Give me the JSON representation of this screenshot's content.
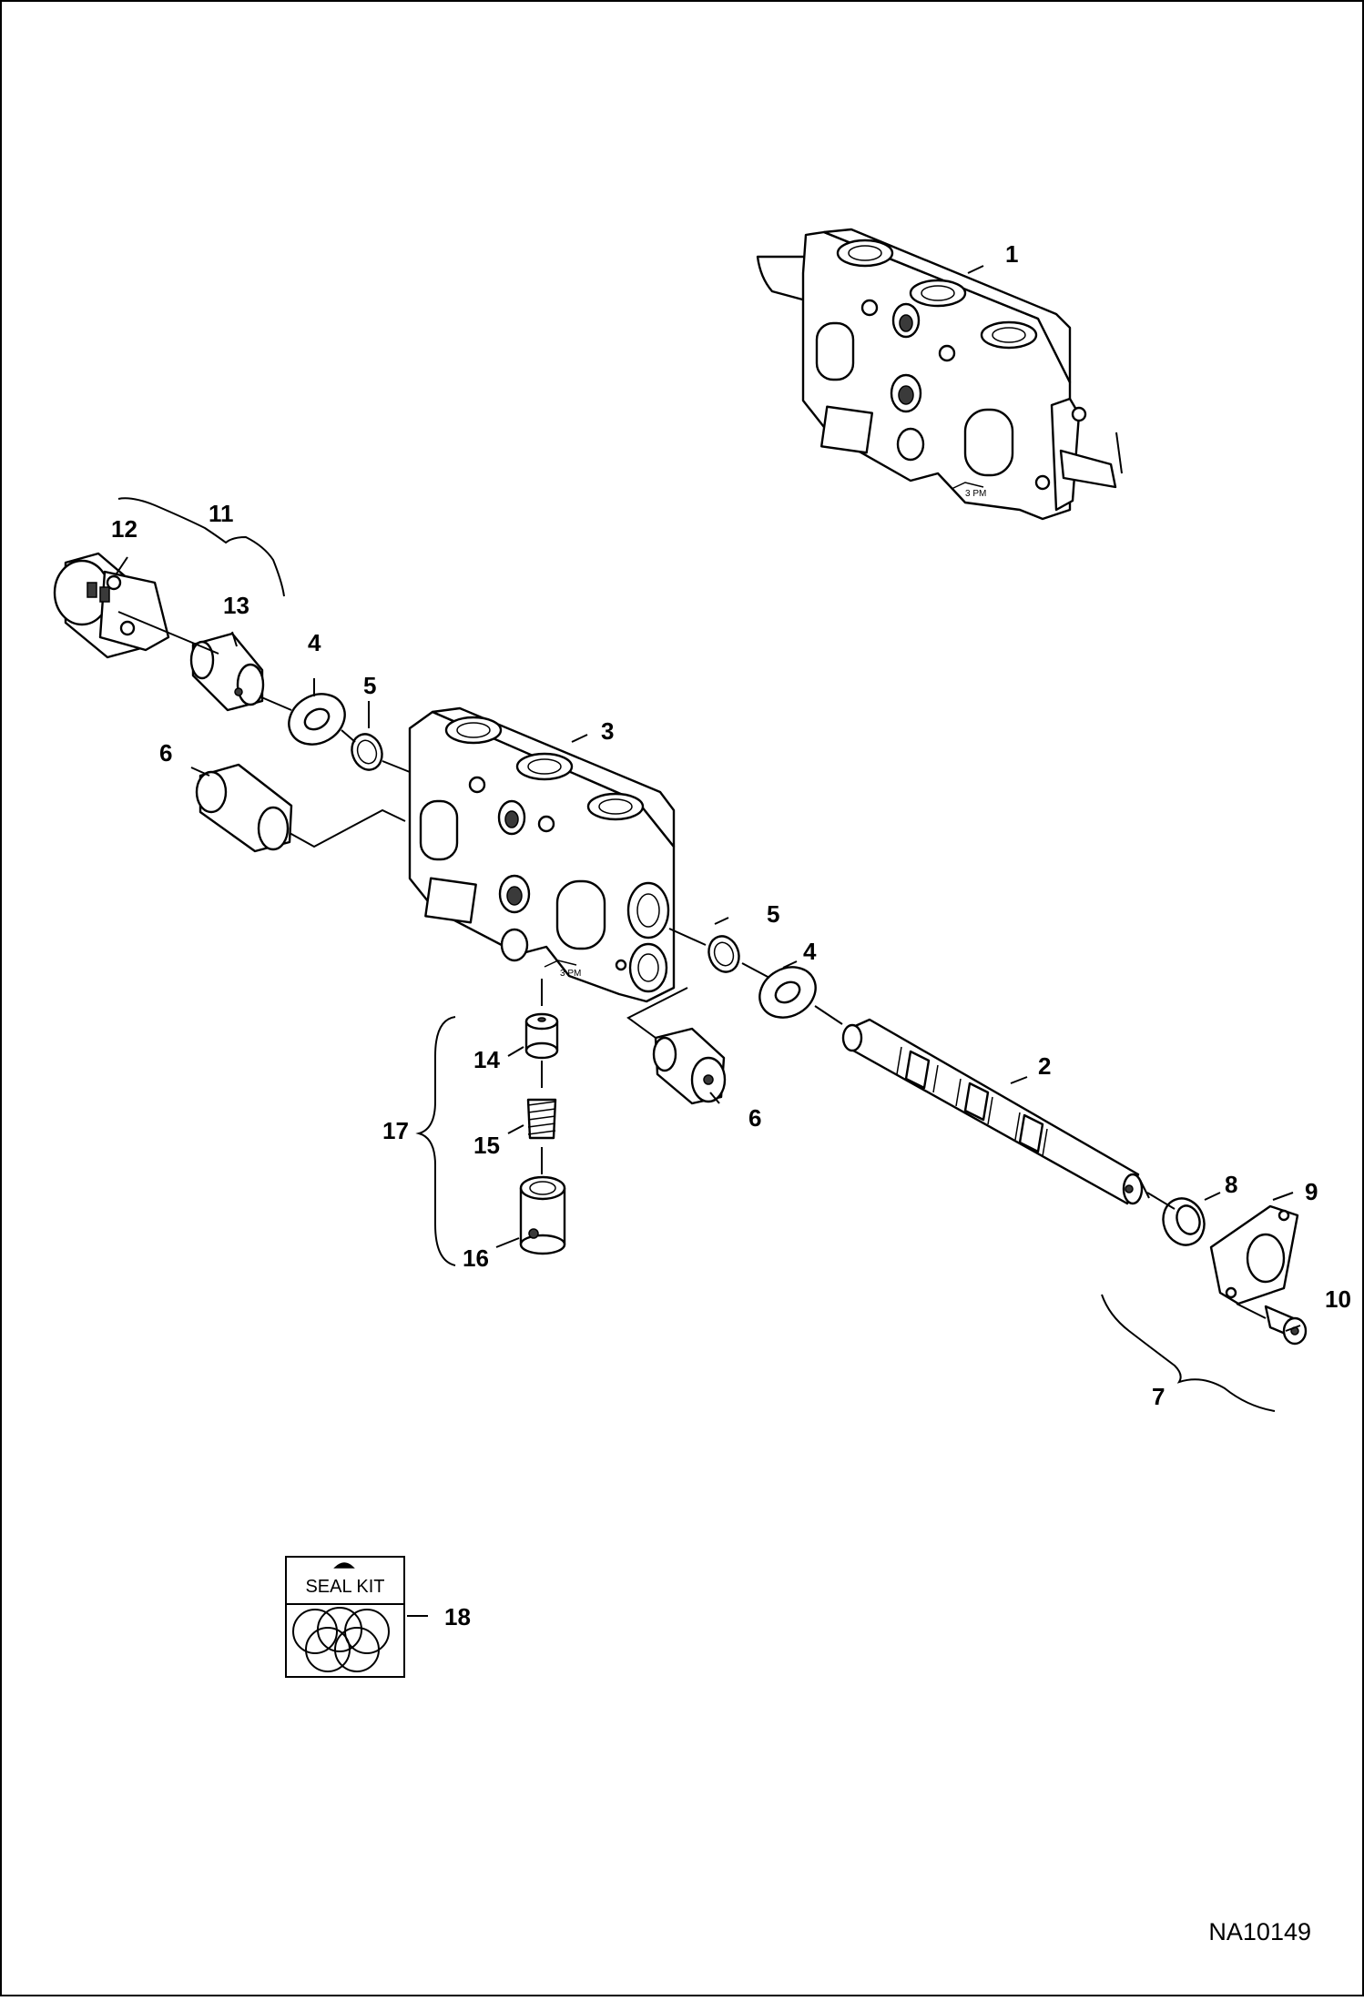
{
  "drawing_code": "NA10149",
  "seal_kit_label": "SEAL KIT",
  "callouts": [
    {
      "id": "c1",
      "text": "1"
    },
    {
      "id": "c2",
      "text": "2"
    },
    {
      "id": "c3",
      "text": "3"
    },
    {
      "id": "c4a",
      "text": "4"
    },
    {
      "id": "c4b",
      "text": "4"
    },
    {
      "id": "c5a",
      "text": "5"
    },
    {
      "id": "c5b",
      "text": "5"
    },
    {
      "id": "c6a",
      "text": "6"
    },
    {
      "id": "c6b",
      "text": "6"
    },
    {
      "id": "c7",
      "text": "7"
    },
    {
      "id": "c8",
      "text": "8"
    },
    {
      "id": "c9",
      "text": "9"
    },
    {
      "id": "c10",
      "text": "10"
    },
    {
      "id": "c11",
      "text": "11"
    },
    {
      "id": "c12",
      "text": "12"
    },
    {
      "id": "c13",
      "text": "13"
    },
    {
      "id": "c14",
      "text": "14"
    },
    {
      "id": "c15",
      "text": "15"
    },
    {
      "id": "c16",
      "text": "16"
    },
    {
      "id": "c17",
      "text": "17"
    },
    {
      "id": "c18",
      "text": "18"
    }
  ]
}
